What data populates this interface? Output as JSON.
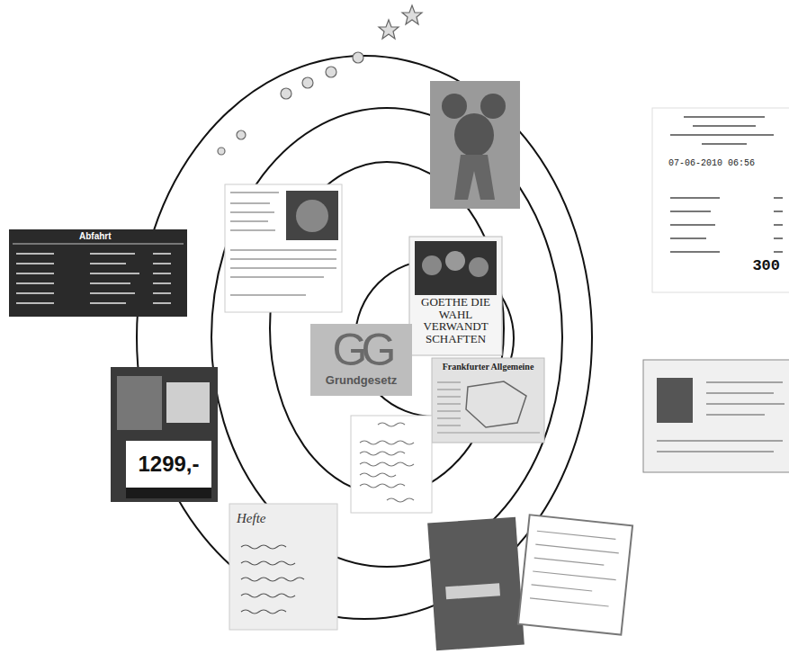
{
  "diagram": {
    "nodes": [
      {
        "text": [
          "07-06-2010 06:56",
          "300"
        ]
      },
      {
        "text": [
          "Abfahrt"
        ]
      },
      {
        "text": [
          "GOETHE DIE WAHL VERWANDT SCHAFTEN"
        ]
      },
      {
        "text": [
          "GG",
          "Grundgesetz"
        ]
      },
      {
        "text": [
          "Frankfurter Allgemeine"
        ]
      },
      {
        "text": [
          "1299,-"
        ]
      },
      {
        "text": [
          "Hefte"
        ]
      }
    ]
  }
}
